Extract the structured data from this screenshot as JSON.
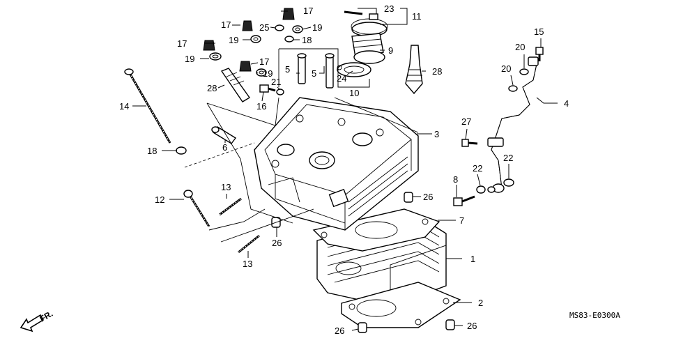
{
  "diagram": {
    "catalog_code": "MS83-E0300A",
    "front_label": "FR.",
    "callouts": [
      {
        "id": "c1",
        "text": "1"
      },
      {
        "id": "c2",
        "text": "2"
      },
      {
        "id": "c3",
        "text": "3"
      },
      {
        "id": "c4",
        "text": "4"
      },
      {
        "id": "c5a",
        "text": "5"
      },
      {
        "id": "c5b",
        "text": "5"
      },
      {
        "id": "c6",
        "text": "6"
      },
      {
        "id": "c7",
        "text": "7"
      },
      {
        "id": "c8",
        "text": "8"
      },
      {
        "id": "c9",
        "text": "9"
      },
      {
        "id": "c10",
        "text": "10"
      },
      {
        "id": "c11",
        "text": "11"
      },
      {
        "id": "c12",
        "text": "12"
      },
      {
        "id": "c13a",
        "text": "13"
      },
      {
        "id": "c13b",
        "text": "13"
      },
      {
        "id": "c14",
        "text": "14"
      },
      {
        "id": "c15",
        "text": "15"
      },
      {
        "id": "c16",
        "text": "16"
      },
      {
        "id": "c17a",
        "text": "17"
      },
      {
        "id": "c17b",
        "text": "17"
      },
      {
        "id": "c17c",
        "text": "17"
      },
      {
        "id": "c17d",
        "text": "17"
      },
      {
        "id": "c18a",
        "text": "18"
      },
      {
        "id": "c18b",
        "text": "18"
      },
      {
        "id": "c19a",
        "text": "19"
      },
      {
        "id": "c19b",
        "text": "19"
      },
      {
        "id": "c19c",
        "text": "19"
      },
      {
        "id": "c19d",
        "text": "19"
      },
      {
        "id": "c20a",
        "text": "20"
      },
      {
        "id": "c20b",
        "text": "20"
      },
      {
        "id": "c21",
        "text": "21"
      },
      {
        "id": "c22a",
        "text": "22"
      },
      {
        "id": "c22b",
        "text": "22"
      },
      {
        "id": "c23",
        "text": "23"
      },
      {
        "id": "c24",
        "text": "24"
      },
      {
        "id": "c25",
        "text": "25"
      },
      {
        "id": "c26a",
        "text": "26"
      },
      {
        "id": "c26b",
        "text": "26"
      },
      {
        "id": "c26c",
        "text": "26"
      },
      {
        "id": "c26d",
        "text": "26"
      },
      {
        "id": "c27",
        "text": "27"
      },
      {
        "id": "c28a",
        "text": "28"
      },
      {
        "id": "c28b",
        "text": "28"
      }
    ]
  }
}
